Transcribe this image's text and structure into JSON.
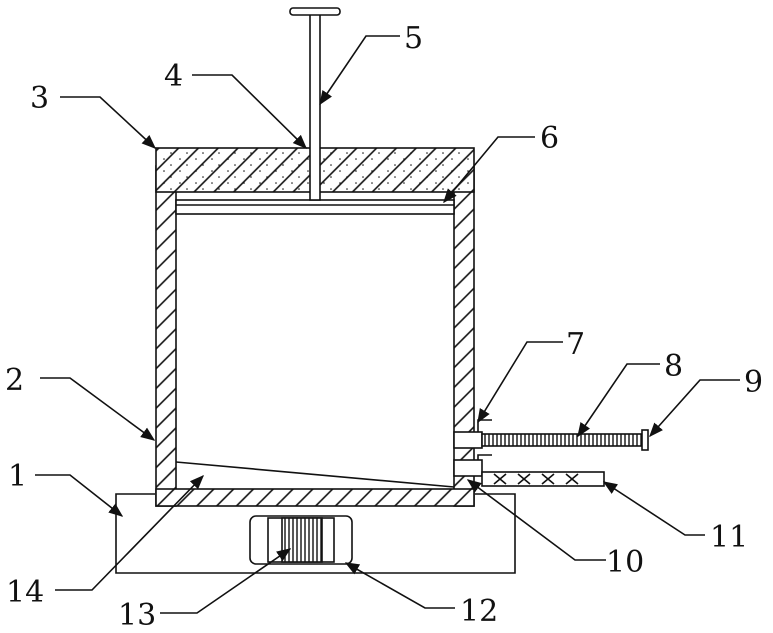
{
  "diagram": {
    "labels": {
      "l1": "1",
      "l2": "2",
      "l3": "3",
      "l4": "4",
      "l5": "5",
      "l6": "6",
      "l7": "7",
      "l8": "8",
      "l9": "9",
      "l10": "10",
      "l11": "11",
      "l12": "12",
      "l13": "13",
      "l14": "14"
    },
    "colors": {
      "line": "#111111",
      "background": "#ffffff"
    }
  }
}
